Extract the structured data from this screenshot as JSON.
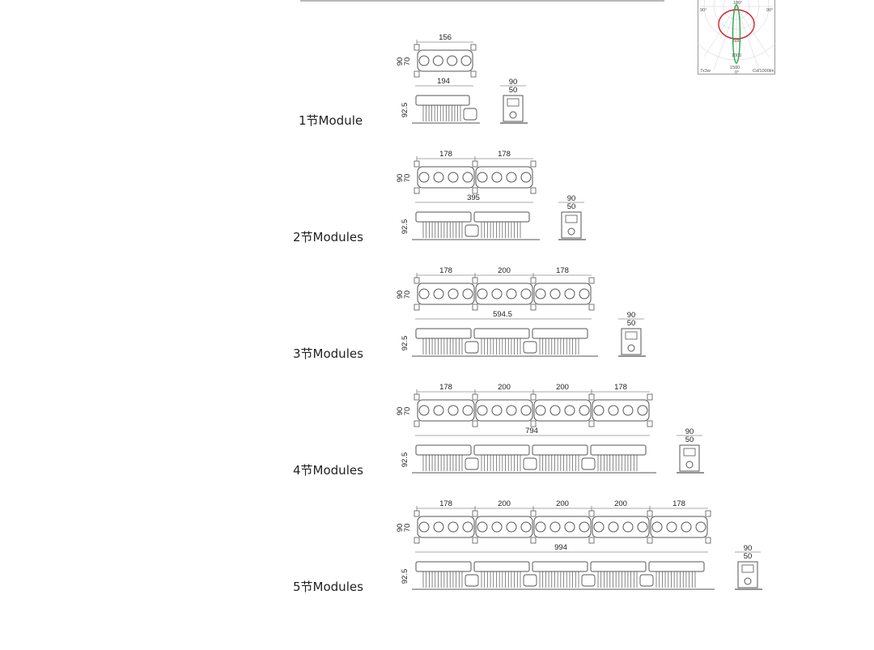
{
  "modules": [
    {
      "label": "1节Module",
      "count": 1,
      "top_dims": [
        "156"
      ],
      "height": "90",
      "inner_height": "70",
      "side_total": "194",
      "side_height": "92.5",
      "end_width": "90",
      "end_inner": "50"
    },
    {
      "label": "2节Modules",
      "count": 2,
      "top_dims": [
        "178",
        "178"
      ],
      "height": "90",
      "inner_height": "70",
      "side_total": "395",
      "side_height": "92.5",
      "end_width": "90",
      "end_inner": "50"
    },
    {
      "label": "3节Modules",
      "count": 3,
      "top_dims": [
        "178",
        "200",
        "178"
      ],
      "height": "90",
      "inner_height": "70",
      "side_total": "594.5",
      "side_height": "92.5",
      "end_width": "90",
      "end_inner": "50"
    },
    {
      "label": "4节Modules",
      "count": 4,
      "top_dims": [
        "178",
        "200",
        "200",
        "178"
      ],
      "height": "90",
      "inner_height": "70",
      "side_total": "794",
      "side_height": "92.5",
      "end_width": "90",
      "end_inner": "50"
    },
    {
      "label": "5节Modules",
      "count": 5,
      "top_dims": [
        "178",
        "200",
        "200",
        "200",
        "178"
      ],
      "height": "90",
      "inner_height": "70",
      "side_total": "994",
      "side_height": "92.5",
      "end_width": "90",
      "end_inner": "50"
    }
  ],
  "polar": {
    "top_label": "180°",
    "left_label": "90°",
    "right_label": "90°",
    "ring1": "500",
    "ring2": "1000",
    "ring3": "1500",
    "bottom_label": "0°",
    "power": "7x3w",
    "unit": "Cd/1000lm",
    "colors": {
      "outer": "#d21f2c",
      "inner": "#2aa84a"
    }
  }
}
